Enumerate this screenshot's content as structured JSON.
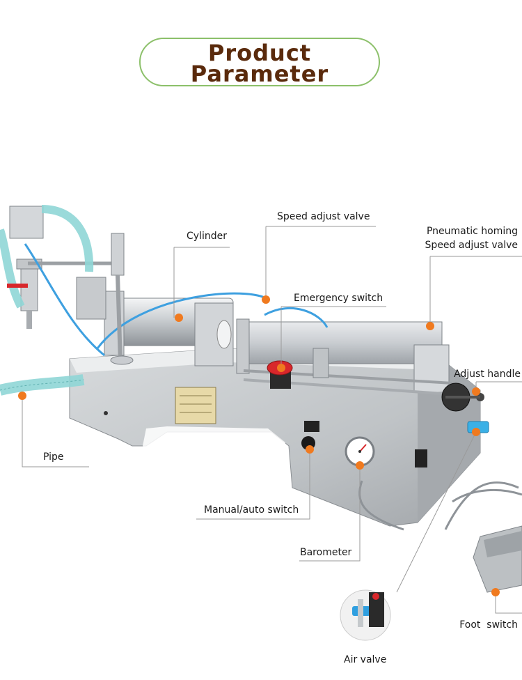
{
  "header": {
    "title_line1": "Product",
    "title_line2": "Parameter"
  },
  "colors": {
    "accent": "#f07a1f",
    "title": "#5a2a0c",
    "border": "#8cc06a",
    "leader": "#9a9a9a"
  },
  "labels": {
    "speed_adjust_valve": "Speed adjust valve",
    "cylinder": "Cylinder",
    "pneumatic_homing_1": "Pneumatic homing",
    "pneumatic_homing_2": "Speed adjust valve",
    "emergency_switch": "Emergency switch",
    "adjust_handle": "Adjust handle",
    "pipe": "Pipe",
    "manual_auto_switch": "Manual/auto switch",
    "barometer": "Barometer",
    "foot_switch": "Foot  switch",
    "air_valve": "Air valve"
  }
}
